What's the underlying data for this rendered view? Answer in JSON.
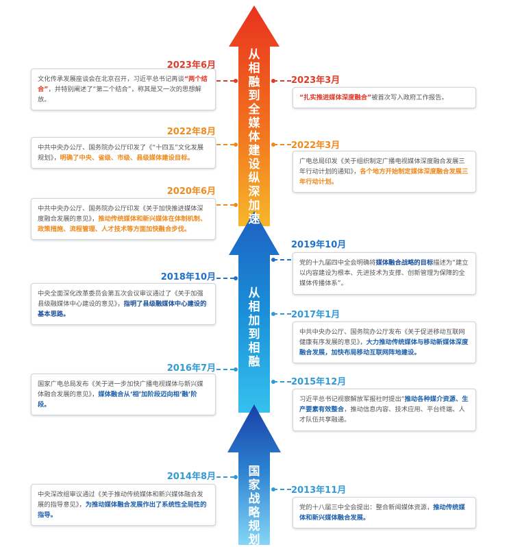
{
  "stages": {
    "top": "从相融到全媒体建设纵深加速",
    "middle": "从相加到相融",
    "bottom": "国家战略规划"
  },
  "colors": {
    "red": "#e03a28",
    "orange": "#ef8a1f",
    "blue": "#1f70c8",
    "light_blue": "#3399d6"
  },
  "events": [
    {
      "id": "e2023-6",
      "side": "left",
      "color": "red",
      "date": "2023年6月",
      "parts": [
        {
          "t": "文化传承发展座谈会在北京召开，习近平总书记再谈"
        },
        {
          "t": "“两个结合”",
          "b": true
        },
        {
          "t": "，并特别阐述了“第二个结合”，称其是又一次的思想解放。"
        }
      ]
    },
    {
      "id": "e2023-3",
      "side": "right",
      "color": "red",
      "date": "2023年3月",
      "parts": [
        {
          "t": "“扎实推进媒体深度融合”",
          "b": true
        },
        {
          "t": "被首次写入政府工作报告。"
        }
      ]
    },
    {
      "id": "e2022-8",
      "side": "left",
      "color": "orange",
      "date": "2022年8月",
      "parts": [
        {
          "t": "中共中央办公厅、国务院办公厅印发了《“十四五”文化发展规划》，"
        },
        {
          "t": "明确了中央、省级、市级、县级媒体建设目标。",
          "b": true
        }
      ]
    },
    {
      "id": "e2022-3",
      "side": "right",
      "color": "orange",
      "date": "2022年3月",
      "parts": [
        {
          "t": "广电总局印发《关于组织制定广播电视媒体深度融合发展三年行动计划的通知》，"
        },
        {
          "t": "各个地方开始制定媒体深度融合发展三年行动计划。",
          "b": true
        }
      ]
    },
    {
      "id": "e2020-6",
      "side": "left",
      "color": "orange",
      "date": "2020年6月",
      "parts": [
        {
          "t": "中共中央办公厅、国务院办公厅印发《关于加快推进媒体深度融合发展的意见》，"
        },
        {
          "t": "推动传统媒体和新兴媒体在体制机制、政策措施、流程管理、人才技术等方面加快融合步伐。",
          "b": true
        }
      ]
    },
    {
      "id": "e2019-10",
      "side": "right",
      "color": "blue",
      "date": "2019年10月",
      "parts": [
        {
          "t": "党的十九届四中全会明确将"
        },
        {
          "t": "媒体融合战略的目标",
          "b": true
        },
        {
          "t": "描述为“建立以内容建设为根本、先进技术为支撑、创新管理为保障的全媒体传播体系”。"
        }
      ]
    },
    {
      "id": "e2018-10",
      "side": "left",
      "color": "blue",
      "date": "2018年10月",
      "parts": [
        {
          "t": "中央全面深化改革委员会第五次会议审议通过了《关于加强县级融媒体中心建设的意见》，"
        },
        {
          "t": "指明了县级融媒体中心建设的基本思路。",
          "b": true
        }
      ]
    },
    {
      "id": "e2017-1",
      "side": "right",
      "color": "lblue",
      "date": "2017年1月",
      "parts": [
        {
          "t": "中共中央办公厅、国务院办公厅发布《关于促进移动互联网健康有序发展的意见》，"
        },
        {
          "t": "大力推动传统媒体与移动新媒体深度融合发展，加快布局移动互联网阵地建设。",
          "b": true
        }
      ]
    },
    {
      "id": "e2016-7",
      "side": "left",
      "color": "lblue",
      "date": "2016年7月",
      "parts": [
        {
          "t": "国家广电总局发布《关于进一步加快广播电视媒体与新兴媒体融合发展的意见》，"
        },
        {
          "t": "媒体融合从‘相’加阶段迈向相‘融’阶段。",
          "b": true
        }
      ]
    },
    {
      "id": "e2015-12",
      "side": "right",
      "color": "lblue",
      "date": "2015年12月",
      "parts": [
        {
          "t": "习近平总书记视察解放军报社时提出“"
        },
        {
          "t": "推动各种媒介资源、生产要素有效整合",
          "b": true
        },
        {
          "t": "，推动信息内容、技术应用、平台终端、人才队伍共享融通。"
        }
      ]
    },
    {
      "id": "e2014-8",
      "side": "left",
      "color": "lblue",
      "date": "2014年8月",
      "parts": [
        {
          "t": "中央深改组审议通过《关于推动传统媒体和新兴媒体融合发展的指导意见》，"
        },
        {
          "t": "为推动媒体融合发展作出了系统性全局性的指导。",
          "b": true
        }
      ]
    },
    {
      "id": "e2013-11",
      "side": "right",
      "color": "lblue",
      "date": "2013年11月",
      "parts": [
        {
          "t": "党的十八届三中全会提出：整合新闻媒体资源，"
        },
        {
          "t": "推动传统媒体和新兴媒体融合发展。",
          "b": true
        }
      ]
    }
  ]
}
